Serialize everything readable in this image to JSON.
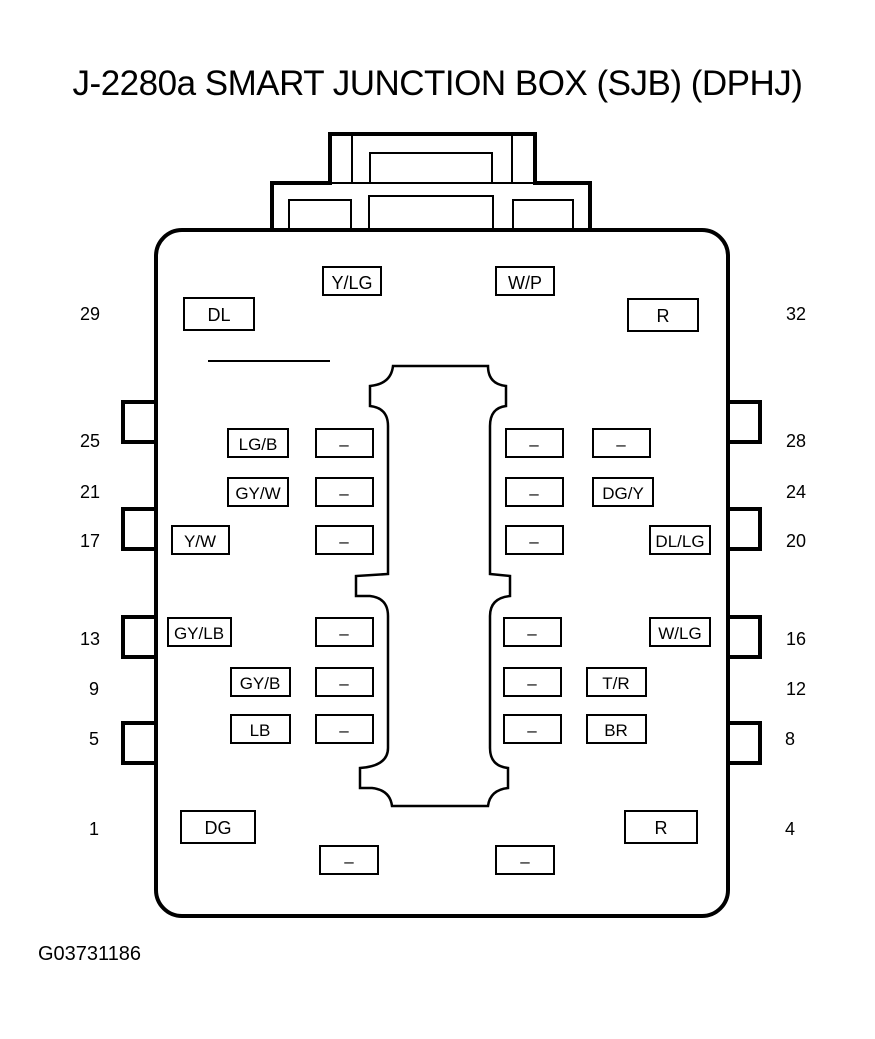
{
  "title": "J-2280a SMART JUNCTION BOX (SJB) (DPHJ)",
  "figure_id": "G03731186",
  "pin_numbers": [
    "29",
    "32",
    "25",
    "28",
    "21",
    "24",
    "17",
    "20",
    "13",
    "16",
    "9",
    "12",
    "5",
    "8",
    "1",
    "4"
  ],
  "wire_labels": [
    "Y/LG",
    "W/P",
    "DL",
    "R",
    "LG/B",
    "–",
    "–",
    "–",
    "GY/W",
    "–",
    "–",
    "DG/Y",
    "Y/W",
    "–",
    "–",
    "DL/LG",
    "GY/LB",
    "–",
    "–",
    "W/LG",
    "GY/B",
    "–",
    "–",
    "T/R",
    "LB",
    "–",
    "–",
    "BR",
    "DG",
    "R",
    "–",
    "–"
  ]
}
